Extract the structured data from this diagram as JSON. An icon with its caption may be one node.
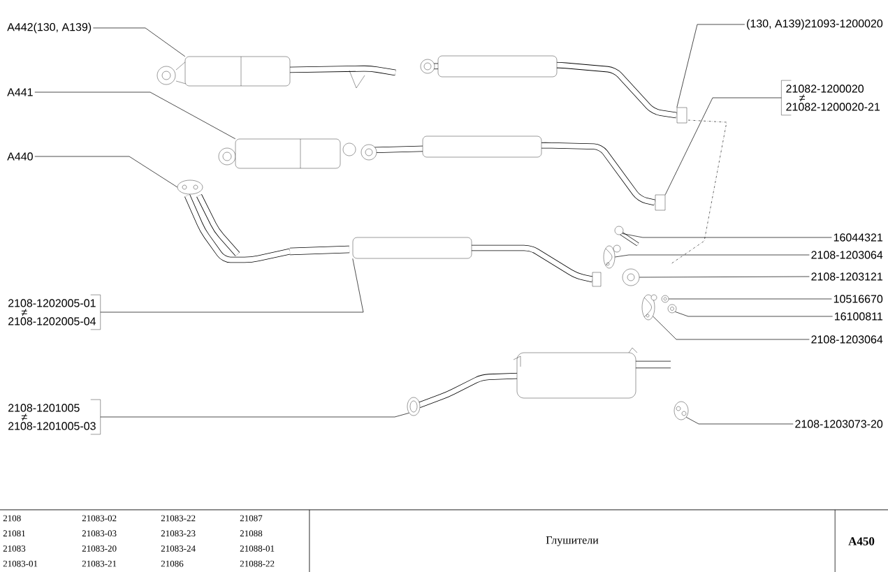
{
  "diagram": {
    "title": "Глушители",
    "nodes": [
      {
        "text": [
          "A442(130, A139)"
        ]
      },
      {
        "text": [],
        "shape": "picture"
      },
      {
        "text": [
          "A441"
        ]
      },
      {
        "text": [],
        "shape": "picture"
      },
      {
        "text": [
          "A440"
        ]
      },
      {
        "text": [],
        "shape": "picture"
      },
      {
        "text": [
          "(130, A139)21093-1200020"
        ]
      },
      {
        "text": [],
        "shape": "picture"
      },
      {
        "text": [
          "21082-1200020",
          "≠",
          "21082-1200020-21"
        ]
      },
      {
        "text": [],
        "shape": "picture"
      },
      {
        "text": [
          "2108-1202005-01",
          "≠",
          "2108-1202005-04"
        ]
      },
      {
        "text": [],
        "shape": "picture"
      },
      {
        "text": [
          "16044321"
        ]
      },
      {
        "text": [],
        "shape": "picture"
      },
      {
        "text": [
          "2108-1203064"
        ]
      },
      {
        "text": [],
        "shape": "picture"
      },
      {
        "text": [
          "2108-1203121"
        ]
      },
      {
        "text": [],
        "shape": "picture"
      },
      {
        "text": [
          "10516670"
        ]
      },
      {
        "text": [],
        "shape": "picture"
      },
      {
        "text": [
          "16100811"
        ]
      },
      {
        "text": [],
        "shape": "picture"
      },
      {
        "text": [
          "2108-1203064"
        ]
      },
      {
        "text": [],
        "shape": "picture"
      },
      {
        "text": [
          "2108-1201005",
          "≠",
          "2108-1201005-03"
        ]
      },
      {
        "text": [],
        "shape": "picture"
      },
      {
        "text": [
          "2108-1203073-20"
        ]
      },
      {
        "text": [],
        "shape": "picture"
      }
    ],
    "edges": [
      {
        "from": 0,
        "to": 1,
        "arrow": "none"
      },
      {
        "from": 2,
        "to": 3,
        "arrow": "none"
      },
      {
        "from": 4,
        "to": 5,
        "arrow": "none"
      },
      {
        "from": 6,
        "to": 7,
        "arrow": "none"
      },
      {
        "from": 8,
        "to": 9,
        "arrow": "none"
      },
      {
        "from": 10,
        "to": 11,
        "arrow": "none"
      },
      {
        "from": 12,
        "to": 13,
        "arrow": "none"
      },
      {
        "from": 14,
        "to": 15,
        "arrow": "none"
      },
      {
        "from": 16,
        "to": 17,
        "arrow": "none"
      },
      {
        "from": 18,
        "to": 19,
        "arrow": "none"
      },
      {
        "from": 20,
        "to": 21,
        "arrow": "none"
      },
      {
        "from": 22,
        "to": 23,
        "arrow": "none"
      },
      {
        "from": 24,
        "to": 25,
        "arrow": "none"
      },
      {
        "from": 26,
        "to": 27,
        "arrow": "none"
      }
    ],
    "labels": [
      "2108",
      "21083-02",
      "21083-22",
      "21087",
      "21081",
      "21083-03",
      "21083-23",
      "21088",
      "21083",
      "21083-20",
      "21083-24",
      "21088-01",
      "21083-01",
      "21083-21",
      "21086",
      "21088-22",
      "A450"
    ]
  }
}
